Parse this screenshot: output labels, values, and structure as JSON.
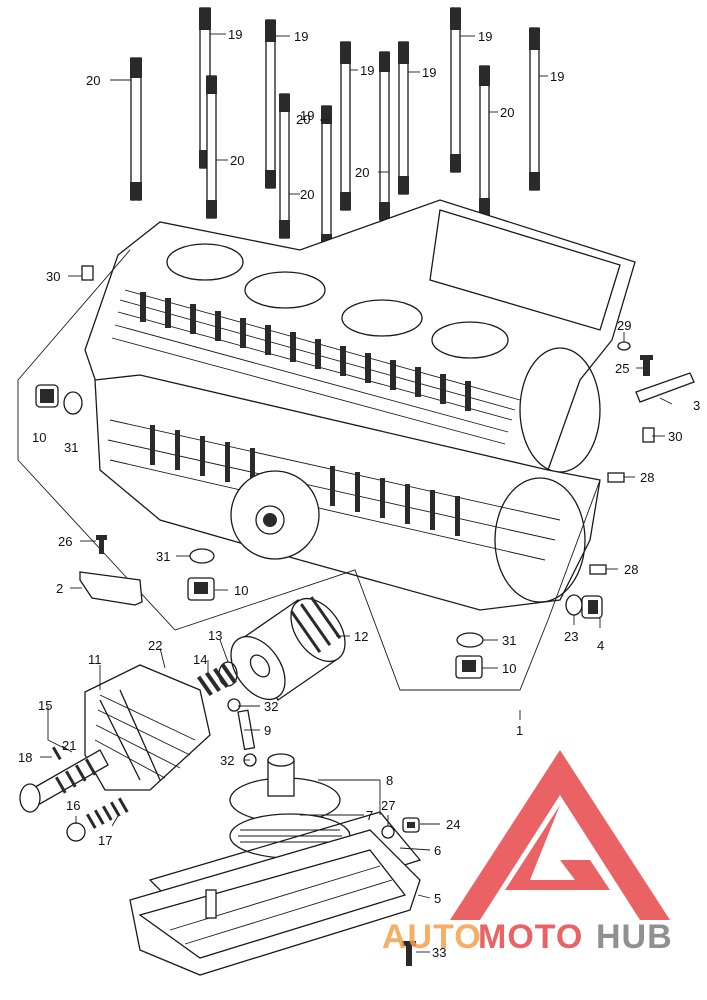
{
  "callouts": [
    {
      "id": "c19a",
      "text": "19"
    },
    {
      "id": "c19b",
      "text": "19"
    },
    {
      "id": "c19c",
      "text": "19"
    },
    {
      "id": "c19d",
      "text": "19"
    },
    {
      "id": "c19e",
      "text": "19"
    },
    {
      "id": "c19f",
      "text": "19"
    },
    {
      "id": "c19g",
      "text": "19"
    },
    {
      "id": "c20a",
      "text": "20"
    },
    {
      "id": "c20b",
      "text": "20"
    },
    {
      "id": "c20c",
      "text": "20"
    },
    {
      "id": "c20d",
      "text": "20"
    },
    {
      "id": "c20e",
      "text": "20"
    },
    {
      "id": "c20f",
      "text": "20"
    },
    {
      "id": "c20g",
      "text": "20"
    },
    {
      "id": "c30a",
      "text": "30"
    },
    {
      "id": "c30b",
      "text": "30"
    },
    {
      "id": "c29",
      "text": "29"
    },
    {
      "id": "c25",
      "text": "25"
    },
    {
      "id": "c3",
      "text": "3"
    },
    {
      "id": "c10a",
      "text": "10"
    },
    {
      "id": "c31a",
      "text": "31"
    },
    {
      "id": "c28a",
      "text": "28"
    },
    {
      "id": "c28b",
      "text": "28"
    },
    {
      "id": "c26",
      "text": "26"
    },
    {
      "id": "c2",
      "text": "2"
    },
    {
      "id": "c31b",
      "text": "31"
    },
    {
      "id": "c10b",
      "text": "10"
    },
    {
      "id": "c23",
      "text": "23"
    },
    {
      "id": "c4",
      "text": "4"
    },
    {
      "id": "c31c",
      "text": "31"
    },
    {
      "id": "c10c",
      "text": "10"
    },
    {
      "id": "c12",
      "text": "12"
    },
    {
      "id": "c13",
      "text": "13"
    },
    {
      "id": "c14",
      "text": "14"
    },
    {
      "id": "c22",
      "text": "22"
    },
    {
      "id": "c11",
      "text": "11"
    },
    {
      "id": "c15",
      "text": "15"
    },
    {
      "id": "c21",
      "text": "21"
    },
    {
      "id": "c18",
      "text": "18"
    },
    {
      "id": "c32a",
      "text": "32"
    },
    {
      "id": "c9",
      "text": "9"
    },
    {
      "id": "c32b",
      "text": "32"
    },
    {
      "id": "c1",
      "text": "1"
    },
    {
      "id": "c8",
      "text": "8"
    },
    {
      "id": "c7",
      "text": "7"
    },
    {
      "id": "c27",
      "text": "27"
    },
    {
      "id": "c24",
      "text": "24"
    },
    {
      "id": "c6",
      "text": "6"
    },
    {
      "id": "c16",
      "text": "16"
    },
    {
      "id": "c17",
      "text": "17"
    },
    {
      "id": "c5",
      "text": "5"
    },
    {
      "id": "c33",
      "text": "33"
    }
  ],
  "watermark": {
    "part1": "AUTO",
    "part2": "MOTO",
    "part3": "HUB",
    "color_red": "#e8474a",
    "color_orange": "#f5a14a",
    "color_gray": "#7d7d7d"
  }
}
